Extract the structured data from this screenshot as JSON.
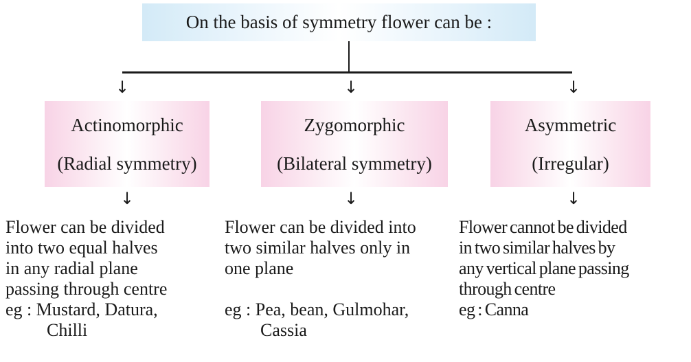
{
  "root": {
    "label": "On the basis of symmetry flower can be :"
  },
  "arrow_glyph": "↓",
  "categories": [
    {
      "name": "Actinomorphic",
      "sub": "(Radial symmetry)",
      "description": [
        "Flower can be divided",
        "into two equal halves",
        "in any radial plane",
        "passing through centre"
      ],
      "example": [
        "eg :  Mustard, Datura,",
        "Chilli"
      ]
    },
    {
      "name": "Zygomorphic",
      "sub": "(Bilateral symmetry)",
      "description": [
        "Flower can be divided into",
        "two similar halves only in",
        "one plane",
        ""
      ],
      "example": [
        "eg : Pea, bean, Gulmohar,",
        "Cassia"
      ]
    },
    {
      "name": "Asymmetric",
      "sub": "(Irregular)",
      "description": [
        "Flower cannot be divided",
        "in two similar halves by",
        "any vertical plane passing",
        "through centre"
      ],
      "example": [
        "eg : Canna"
      ]
    }
  ]
}
